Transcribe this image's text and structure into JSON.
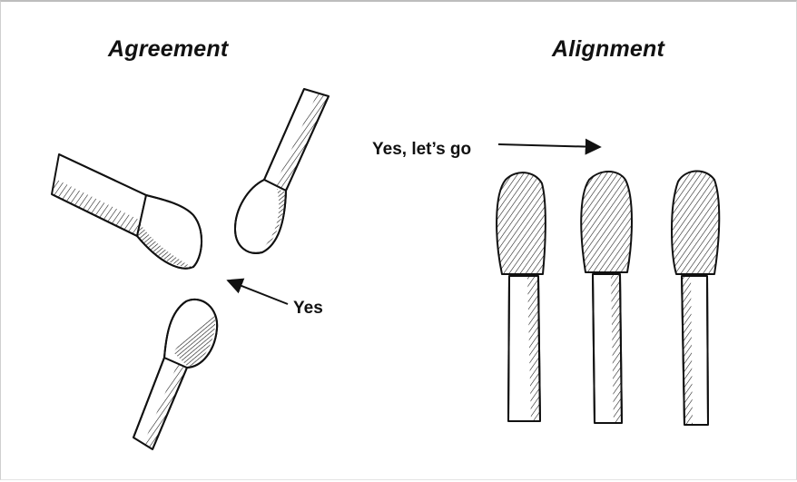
{
  "diagram": {
    "panels": [
      {
        "title": "Agreement",
        "annotation": "Yes"
      },
      {
        "title": "Alignment",
        "annotation": "Yes, let’s go"
      }
    ]
  }
}
